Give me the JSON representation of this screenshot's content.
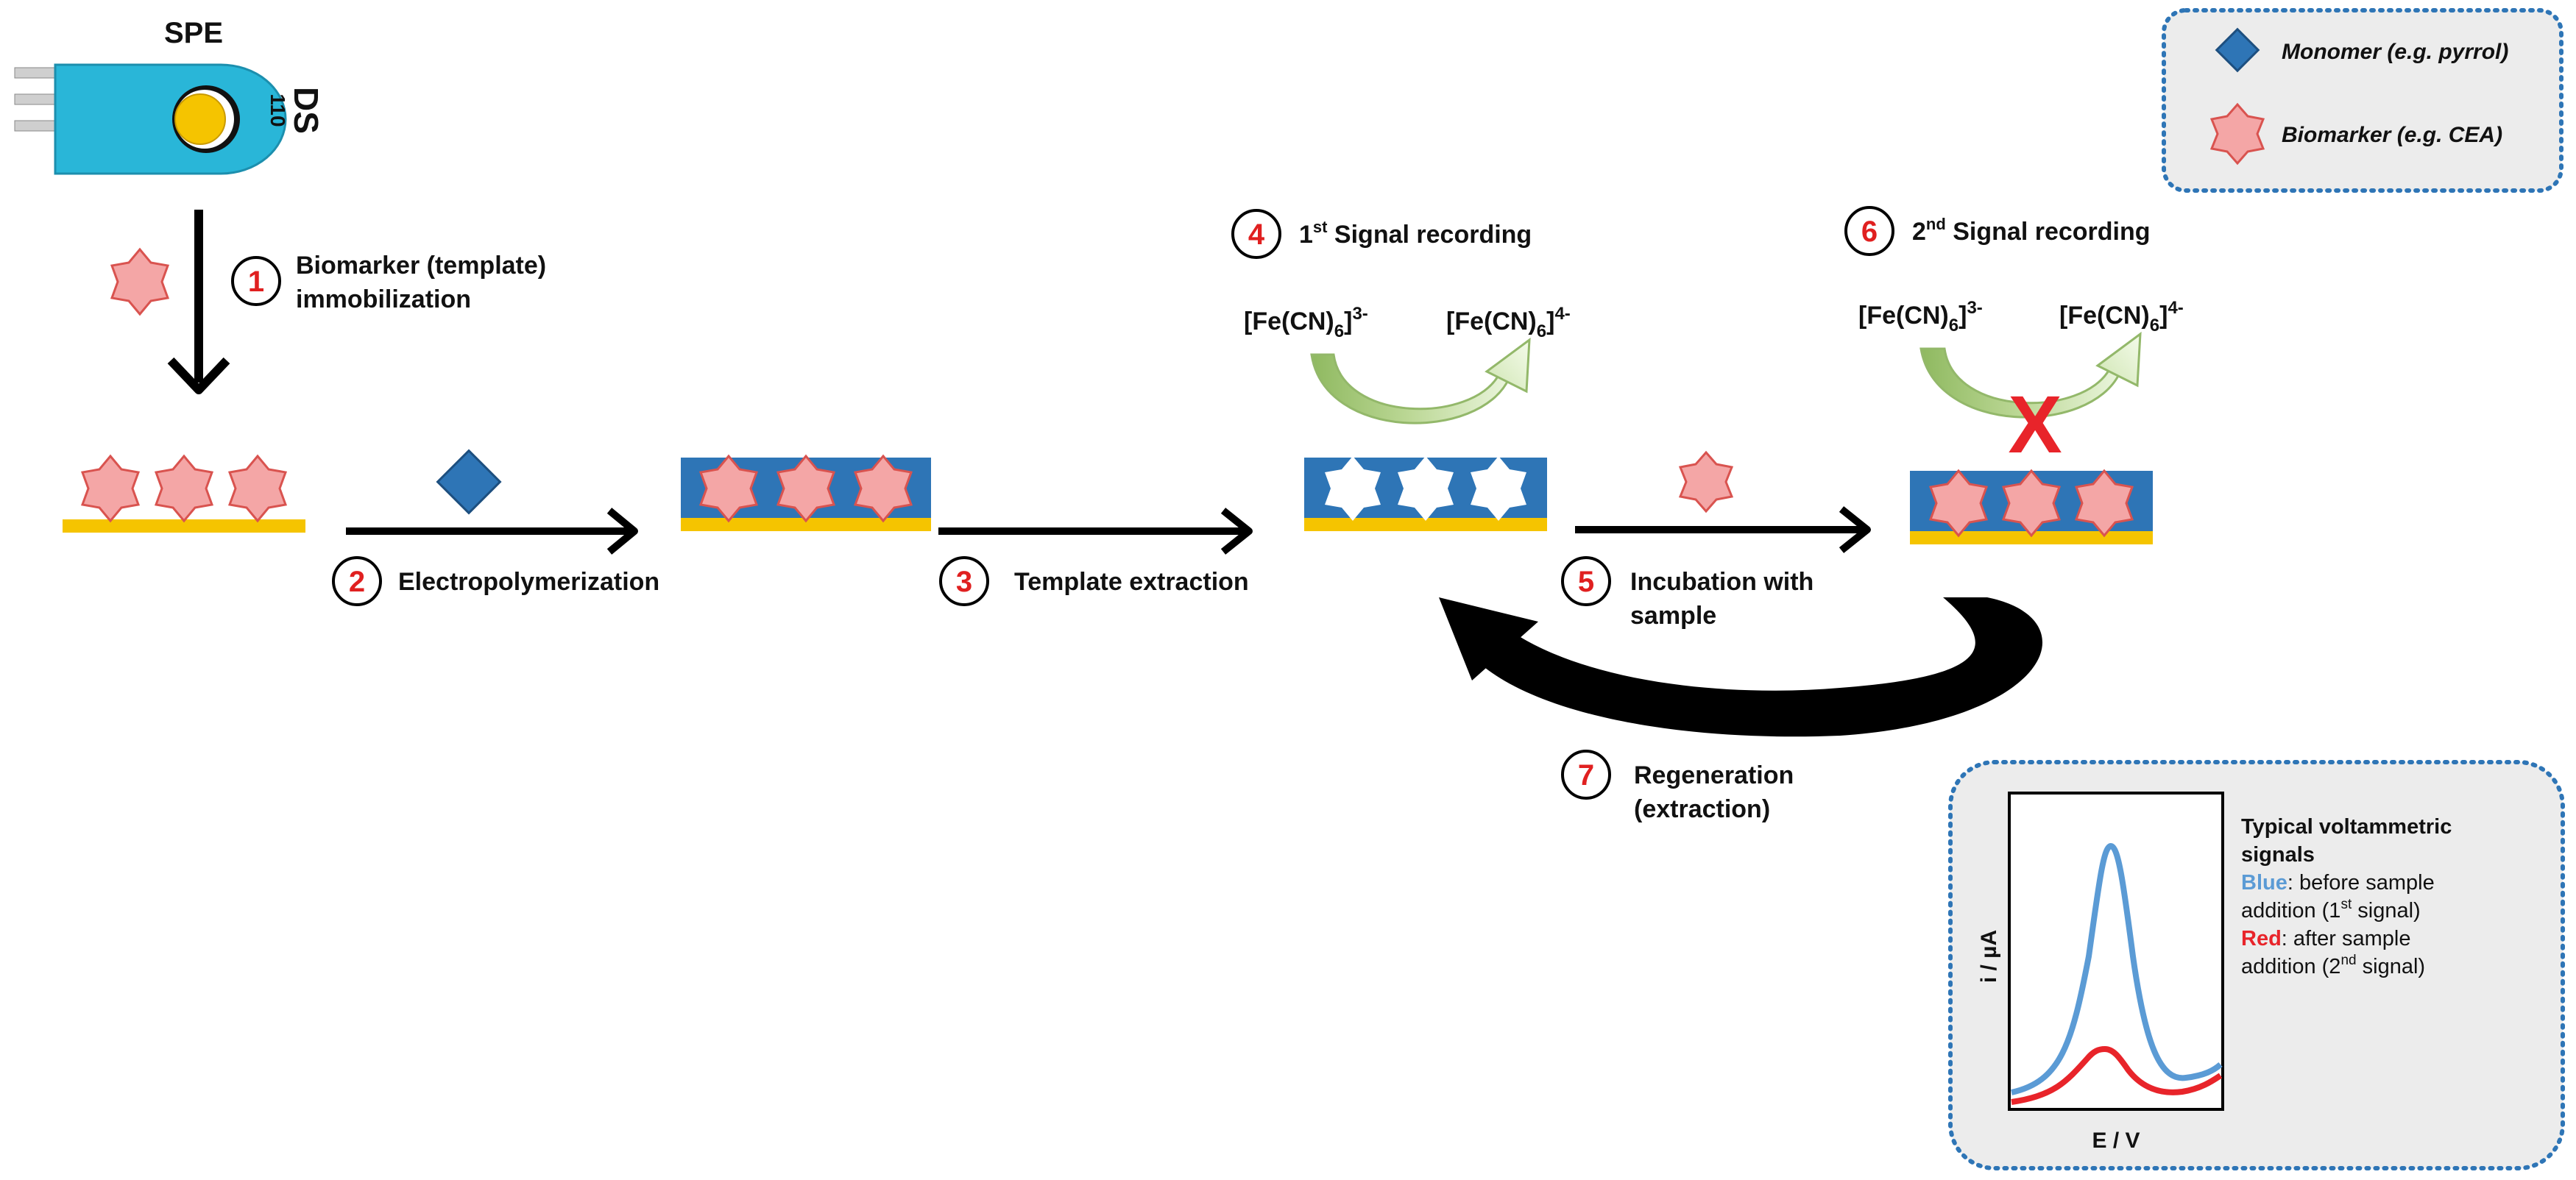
{
  "spe": {
    "title": "SPE",
    "device_text_line1": "DS",
    "device_text_line2": "110"
  },
  "legend": {
    "monomer": "Monomer (e.g. pyrrol)",
    "biomarker": "Biomarker (e.g. CEA)"
  },
  "steps": [
    {
      "num": "1",
      "line1": "Biomarker (template)",
      "line2": "immobilization"
    },
    {
      "num": "2",
      "line1": "Electropolymerization",
      "line2": ""
    },
    {
      "num": "3",
      "line1": "Template extraction",
      "line2": ""
    },
    {
      "num": "4",
      "prefix": "1",
      "sup": "st",
      "suffix": " Signal recording"
    },
    {
      "num": "5",
      "line1": "Incubation with",
      "line2": "sample"
    },
    {
      "num": "6",
      "prefix": "2",
      "sup": "nd",
      "suffix": " Signal recording"
    },
    {
      "num": "7",
      "line1": "Regeneration",
      "line2": "(extraction)"
    }
  ],
  "redox": {
    "pre": "[Fe(CN)",
    "sub": "6",
    "post": "]",
    "ox_charge": "3-",
    "red_charge": "4-"
  },
  "blocked_mark": "X",
  "voltammogram": {
    "title_line1": "Typical voltammetric",
    "title_line2": "signals",
    "blue_label": "Blue",
    "blue_text_1": ": before sample",
    "blue_text_2": "addition (1",
    "blue_sup": "st",
    "blue_text_3": " signal)",
    "red_label": "Red",
    "red_text_1": ": after sample",
    "red_text_2": "addition (2",
    "red_sup": "nd",
    "red_text_3": " signal)",
    "xlabel": "E / V",
    "ylabel": "i / µA",
    "blue_color": "#5b9bd5",
    "red_color": "#e8242a"
  },
  "colors": {
    "gold": "#f5c400",
    "polymer": "#2e75b6",
    "star_fill": "#f4a6a6",
    "star_stroke": "#d9534f",
    "step_red": "#e02020",
    "spe_body": "#29b6d8",
    "legend_border": "#2e75b6",
    "legend_bg": "#ececec"
  },
  "icons": [
    "star-icon",
    "diamond-icon",
    "arrow-icon",
    "curved-arrow-icon",
    "cross-icon",
    "electrode-icon"
  ]
}
